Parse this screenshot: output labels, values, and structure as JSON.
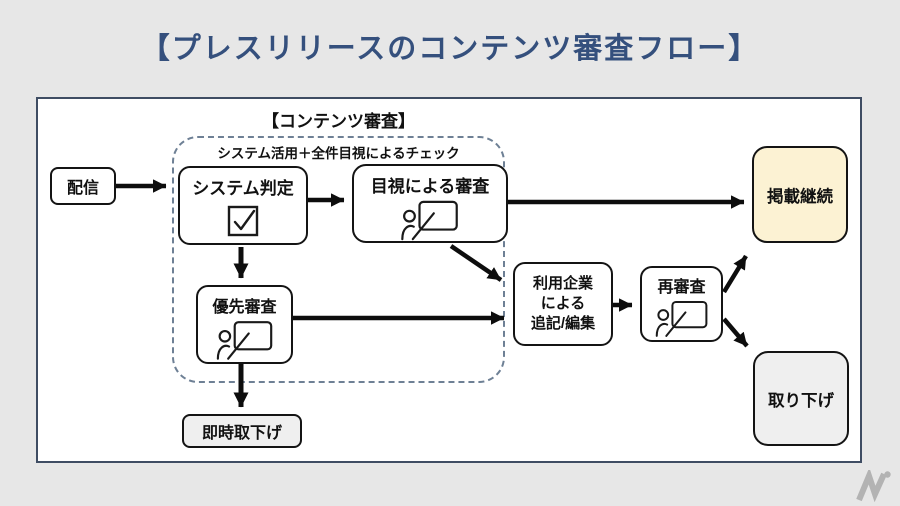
{
  "title": "【プレスリリースのコンテンツ審査フロー】",
  "review_group": {
    "label": "【コンテンツ審査】",
    "note": "システム活用＋全件目視によるチェック"
  },
  "nodes": {
    "delivery": {
      "label": "配信"
    },
    "system_check": {
      "label": "システム判定",
      "icon": "checked-checkbox-icon"
    },
    "visual_review": {
      "label": "目視による審査",
      "icon": "person-presenting-icon"
    },
    "priority_review": {
      "label": "優先審査",
      "icon": "person-presenting-icon"
    },
    "immediate_takedown": {
      "label": "即時取下げ"
    },
    "client_edit": {
      "lines": [
        "利用企業",
        "による",
        "追記/編集"
      ]
    },
    "re_review": {
      "label": "再審査",
      "icon": "person-presenting-icon"
    },
    "keep_published": {
      "label": "掲載継続"
    },
    "withdraw": {
      "label": "取り下げ"
    }
  },
  "logo": {
    "icon": "mi-logo-icon"
  },
  "colors": {
    "background": "#e7e7e7",
    "title_text": "#35507d",
    "panel_border": "#3f4d63",
    "dashed_border": "#6e8095",
    "node_border": "#141414",
    "keep_published_fill": "#fcf2d3",
    "withdraw_fill": "#efefef",
    "immediate_takedown_fill": "#efefef",
    "arrow": "#0d0d0d",
    "logo_gray": "#b3b3b3"
  }
}
